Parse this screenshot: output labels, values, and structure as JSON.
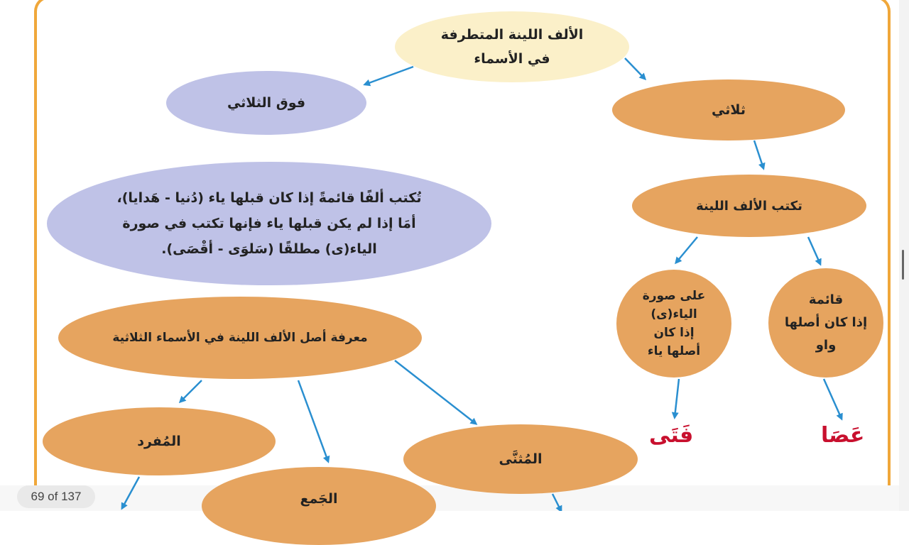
{
  "nodes": {
    "title": [
      "الألف اللينة المتطرفة",
      "في الأسماء"
    ],
    "above_three": "فوق الثلاثي",
    "three_letter": "ثلاثي",
    "rule": [
      "تُكتب ألفًا قائمةً إذا كان قبلها ياء (دُنيا - هَدايا)،",
      "أمَا إذا لم يكن قبلها ياء فإنها تكتب في صورة",
      "الياء(ى) مطلقًا (سَلوَى - أقْصَى)."
    ],
    "written_as": "تكتب الألف اللينة",
    "ya_form": [
      "على صورة",
      "الياء(ى)",
      "إذا كان",
      "أصلها ياء"
    ],
    "standing": [
      "قائمة",
      "إذا كان أصلها",
      "واو"
    ],
    "knowing_origin": "معرفة أصل الألف اللينة في الأسماء الثلاثية",
    "singular": "المُفرد",
    "dual": "المُثنَّى",
    "plural": "الجَمع"
  },
  "examples": {
    "fata": "فَتَى",
    "asa": "عَصَا"
  },
  "viewer": {
    "page_indicator": "69 of 137"
  },
  "colors": {
    "orange_node": "#e6a45f",
    "blue_node": "#bfc2e7",
    "title_node": "#fbf0c9",
    "arrow": "#2a8fd0",
    "example_text": "#c8102e",
    "frame": "#f0a73a"
  }
}
